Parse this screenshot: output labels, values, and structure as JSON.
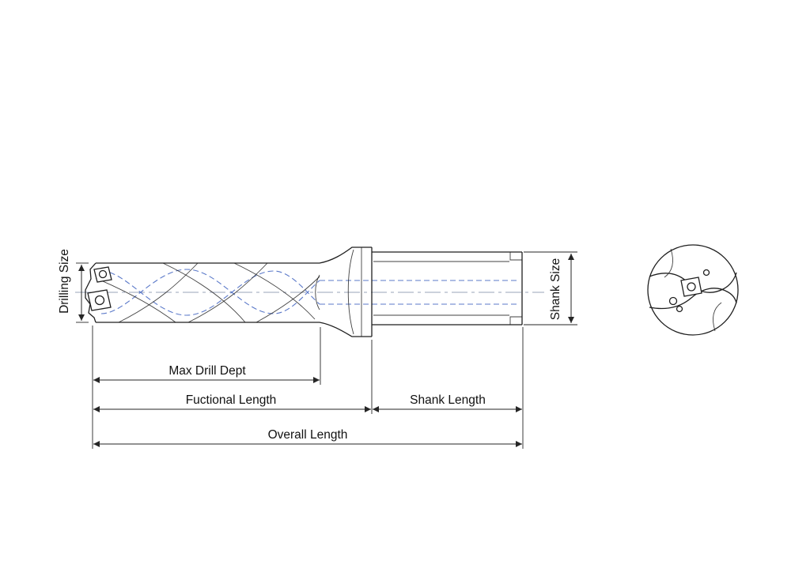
{
  "drawing": {
    "dimension_labels": {
      "drilling_size": "Drilling Size",
      "shank_size": "Shank Size",
      "max_drill_depth": "Max Drill Dept",
      "functional_length": "Fuctional Length",
      "shank_length": "Shank Length",
      "overall_length": "Overall Length"
    },
    "colors": {
      "outline": "#1f1f1f",
      "hidden_line": "#5b79c9",
      "center_line": "#98a3b8",
      "dimension": "#262626",
      "text": "#111111",
      "background": "#ffffff"
    }
  }
}
